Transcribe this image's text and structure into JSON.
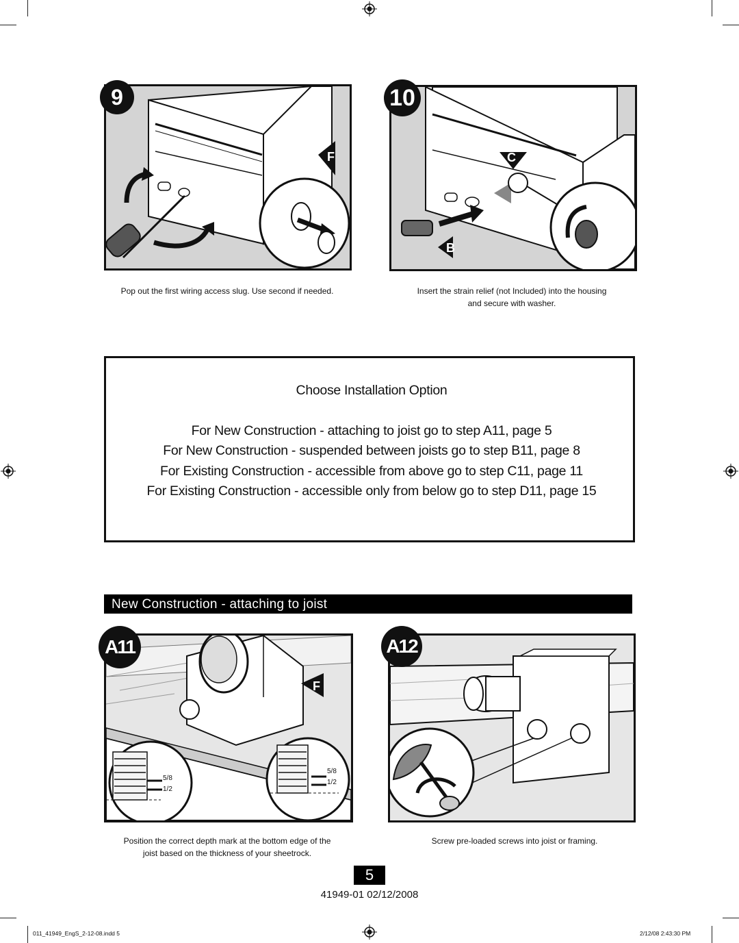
{
  "steps": {
    "s9": {
      "badge": "9",
      "letter": "F",
      "caption": "Pop out the first wiring access slug. Use second if needed."
    },
    "s10": {
      "badge": "10",
      "letter_c": "C",
      "letter_b": "B",
      "caption_line1": "Insert the strain relief (not Included) into the housing",
      "caption_line2": "and secure with washer."
    },
    "a11": {
      "badge": "A11",
      "letter": "F",
      "mark_58": "5/8",
      "mark_12": "1/2",
      "caption_line1": "Position the correct depth mark at the bottom edge of the",
      "caption_line2": "joist based on the thickness of your sheetrock."
    },
    "a12": {
      "badge": "A12",
      "caption": "Screw pre-loaded screws into joist or framing."
    }
  },
  "options": {
    "title": "Choose Installation Option",
    "lines": [
      "For New Construction - attaching to joist go to step A11, page 5",
      "For New Construction - suspended between joists go to step B11, page 8",
      "For Existing Construction - accessible from above go to step C11, page 11",
      "For Existing Construction - accessible only from below go to step D11, page 15"
    ]
  },
  "section": {
    "title": "New Construction - attaching to joist"
  },
  "footer": {
    "page_number": "5",
    "doc_code": "41949-01  02/12/2008",
    "slug_file": "011_41949_EngS_2-12-08.indd   5",
    "slug_date": "2/12/08   2:43:30 PM"
  }
}
